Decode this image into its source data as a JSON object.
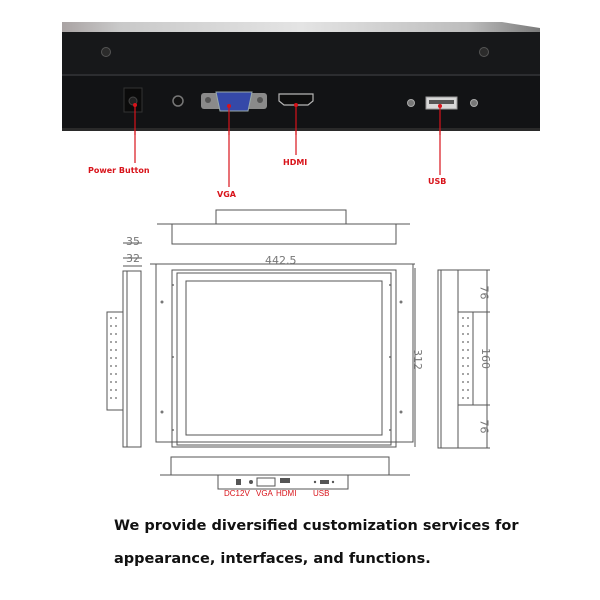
{
  "photo": {
    "callouts": [
      {
        "id": "power",
        "label": "Power Button",
        "color": "#d8131a"
      },
      {
        "id": "vga",
        "label": "VGA",
        "color": "#d8131a"
      },
      {
        "id": "hdmi",
        "label": "HDMI",
        "color": "#d8131a"
      },
      {
        "id": "usb",
        "label": "USB",
        "color": "#d8131a"
      }
    ]
  },
  "drawing": {
    "dimensions": {
      "depth_outer": "35",
      "depth_inner": "32",
      "width": "442.5",
      "height": "312",
      "side_top": "76",
      "side_middle": "160",
      "side_bottom": "76"
    },
    "port_labels": {
      "dc": "DC12V",
      "vga": "VGA",
      "hdmi": "HDMI",
      "usb": "USB"
    }
  },
  "caption": {
    "line1": "We provide diversified customization services for",
    "line2": "appearance, interfaces, and functions."
  }
}
